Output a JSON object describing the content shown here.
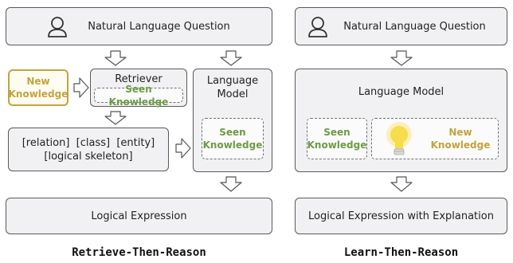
{
  "left": {
    "question": "Natural Language Question",
    "new_knowledge": [
      "New",
      "Knowledge"
    ],
    "retriever": "Retriever",
    "seen_knowledge_inline": "Seen Knowledge",
    "language_model": [
      "Language",
      "Model"
    ],
    "seen_knowledge": [
      "Seen",
      "Knowledge"
    ],
    "skeleton": [
      "[relation]  [class]  [entity]",
      "[logical skeleton]"
    ],
    "output": "Logical Expression",
    "caption": "Retrieve-Then-Reason"
  },
  "right": {
    "question": "Natural Language Question",
    "language_model": "Language Model",
    "seen_knowledge": [
      "Seen",
      "Knowledge"
    ],
    "new_knowledge": [
      "New",
      "Knowledge"
    ],
    "output": "Logical Expression with Explanation",
    "caption": "Learn-Then-Reason"
  },
  "colors": {
    "seen_knowledge": "#6e9a47",
    "new_knowledge": "#c2a33e",
    "bulb": "#f7dc4c"
  },
  "icons": [
    "person-icon",
    "lightbulb-icon",
    "hollow-arrow-icon"
  ]
}
